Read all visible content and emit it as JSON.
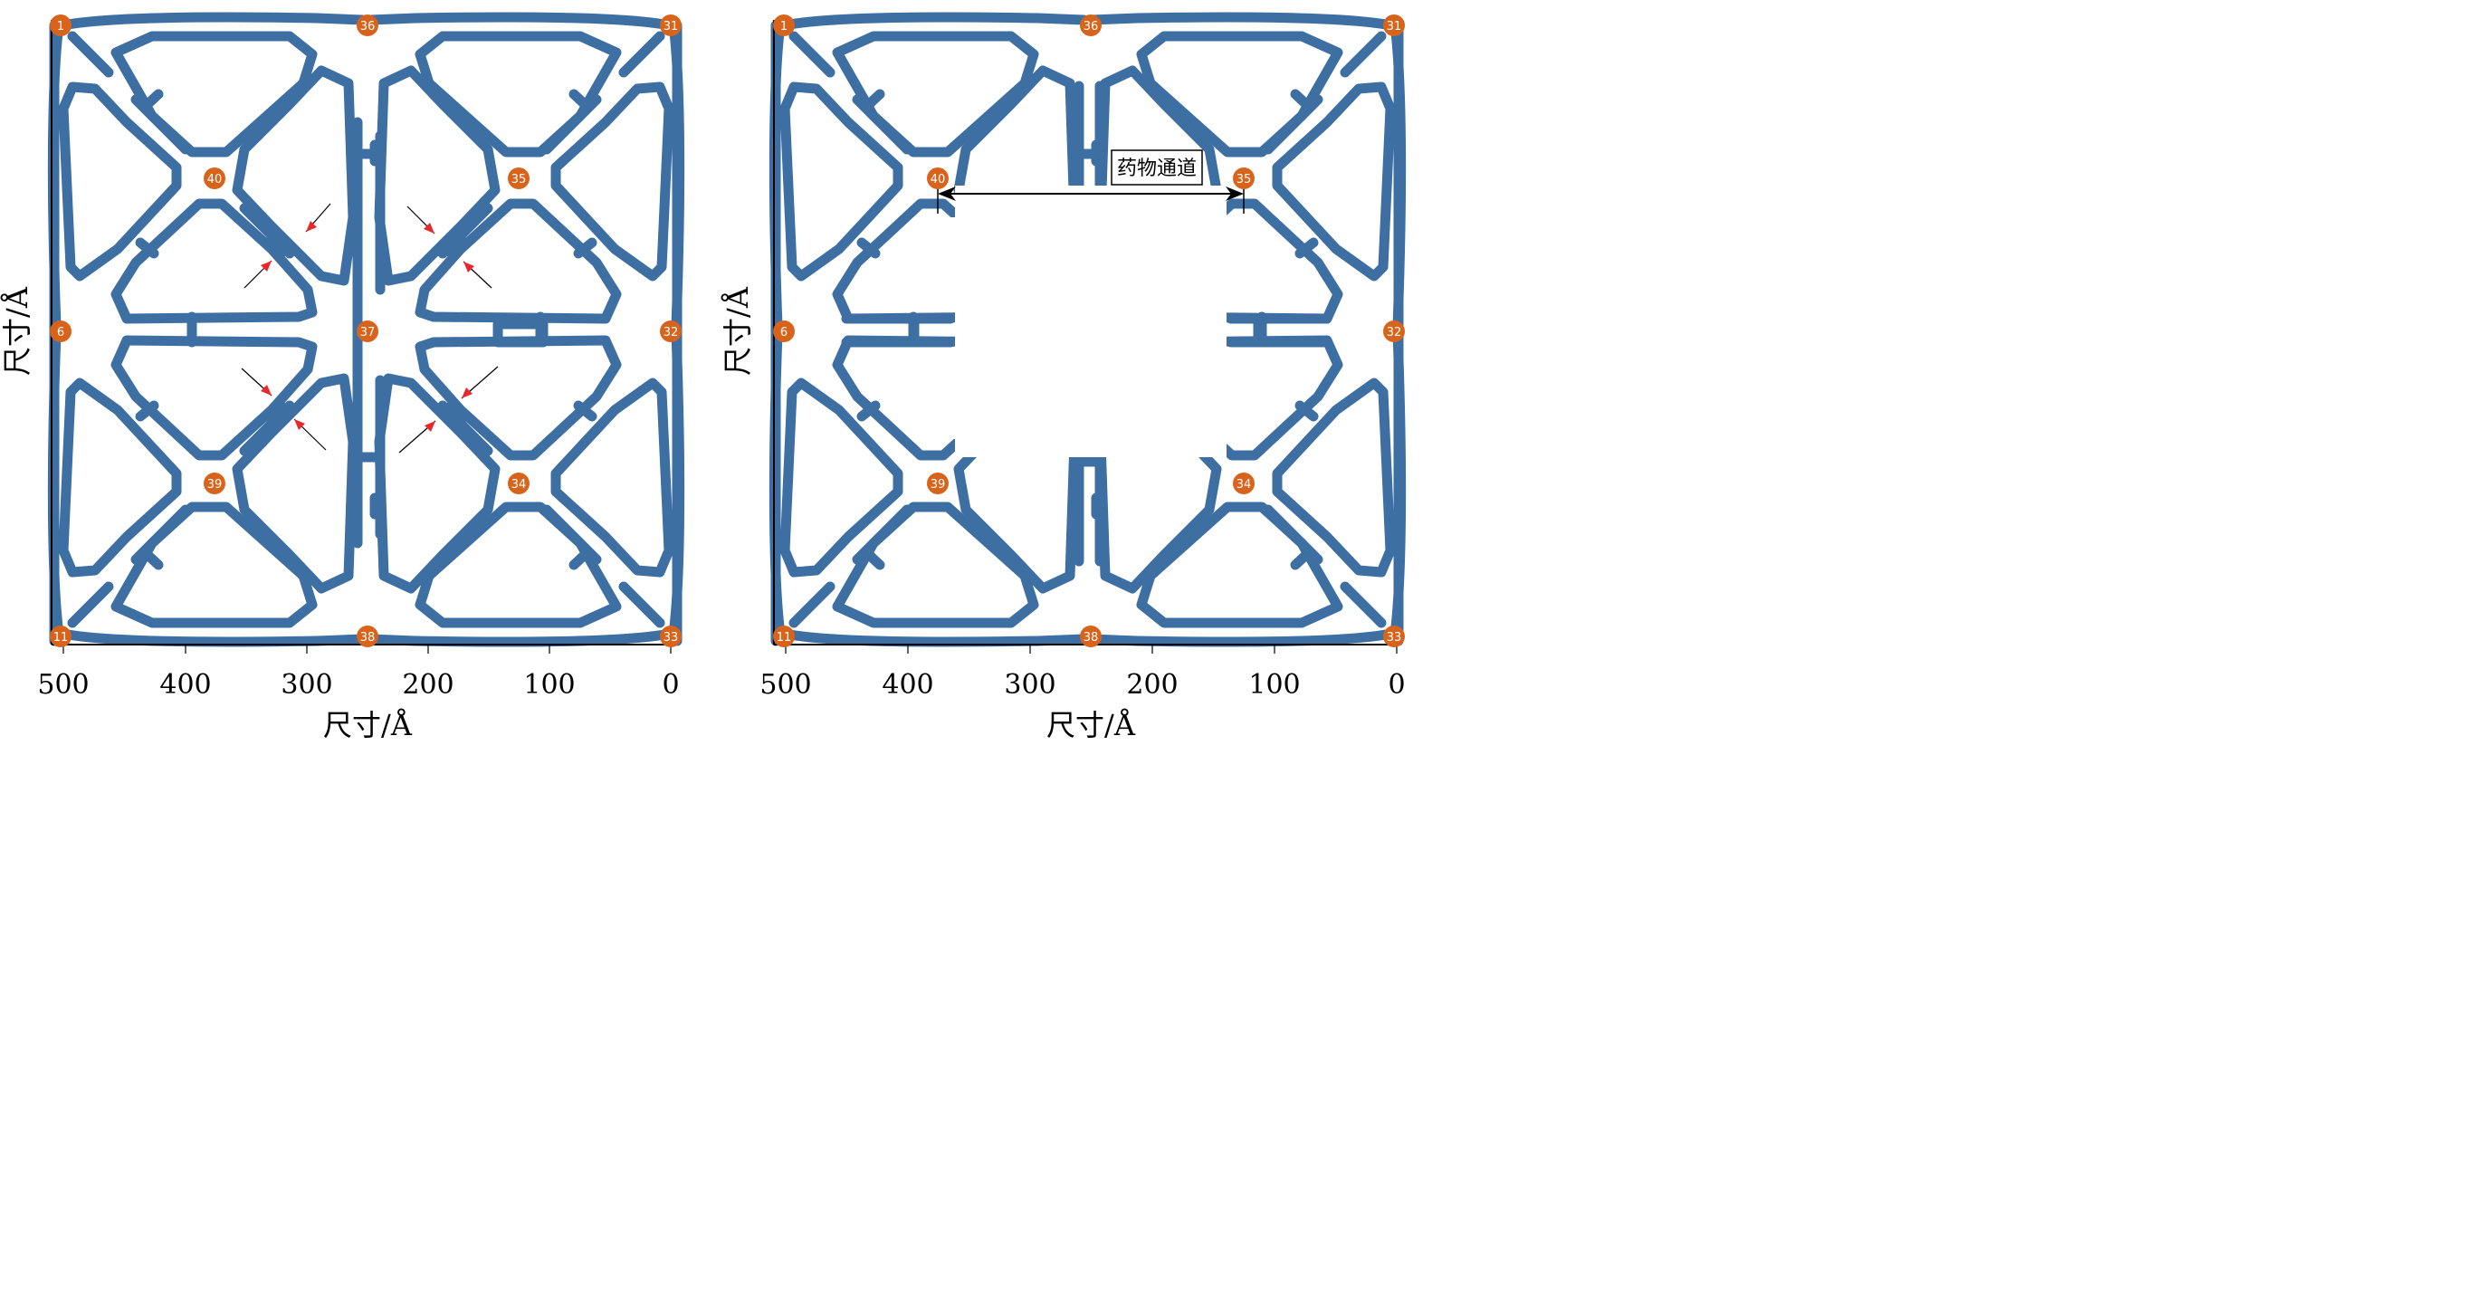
{
  "panels": [
    {
      "name": "left",
      "xlabel": "尺寸/Å",
      "ylabel": "尺寸/Å",
      "ticks": [
        "500",
        "400",
        "300",
        "200",
        "100",
        "0"
      ],
      "nodes": [
        "1",
        "36",
        "31",
        "40",
        "35",
        "6",
        "37",
        "32",
        "39",
        "34",
        "11",
        "38",
        "33"
      ]
    },
    {
      "name": "right",
      "xlabel": "尺寸/Å",
      "ylabel": "尺寸/Å",
      "ticks": [
        "500",
        "400",
        "300",
        "200",
        "100",
        "0"
      ],
      "nodes": [
        "1",
        "36",
        "31",
        "40",
        "35",
        "6",
        "32",
        "39",
        "34",
        "11",
        "38",
        "33"
      ],
      "annotation": "药物通道"
    }
  ],
  "colors": {
    "strut": "#3e6fa3",
    "node": "#d8641c",
    "arrow": "#e8282a"
  }
}
